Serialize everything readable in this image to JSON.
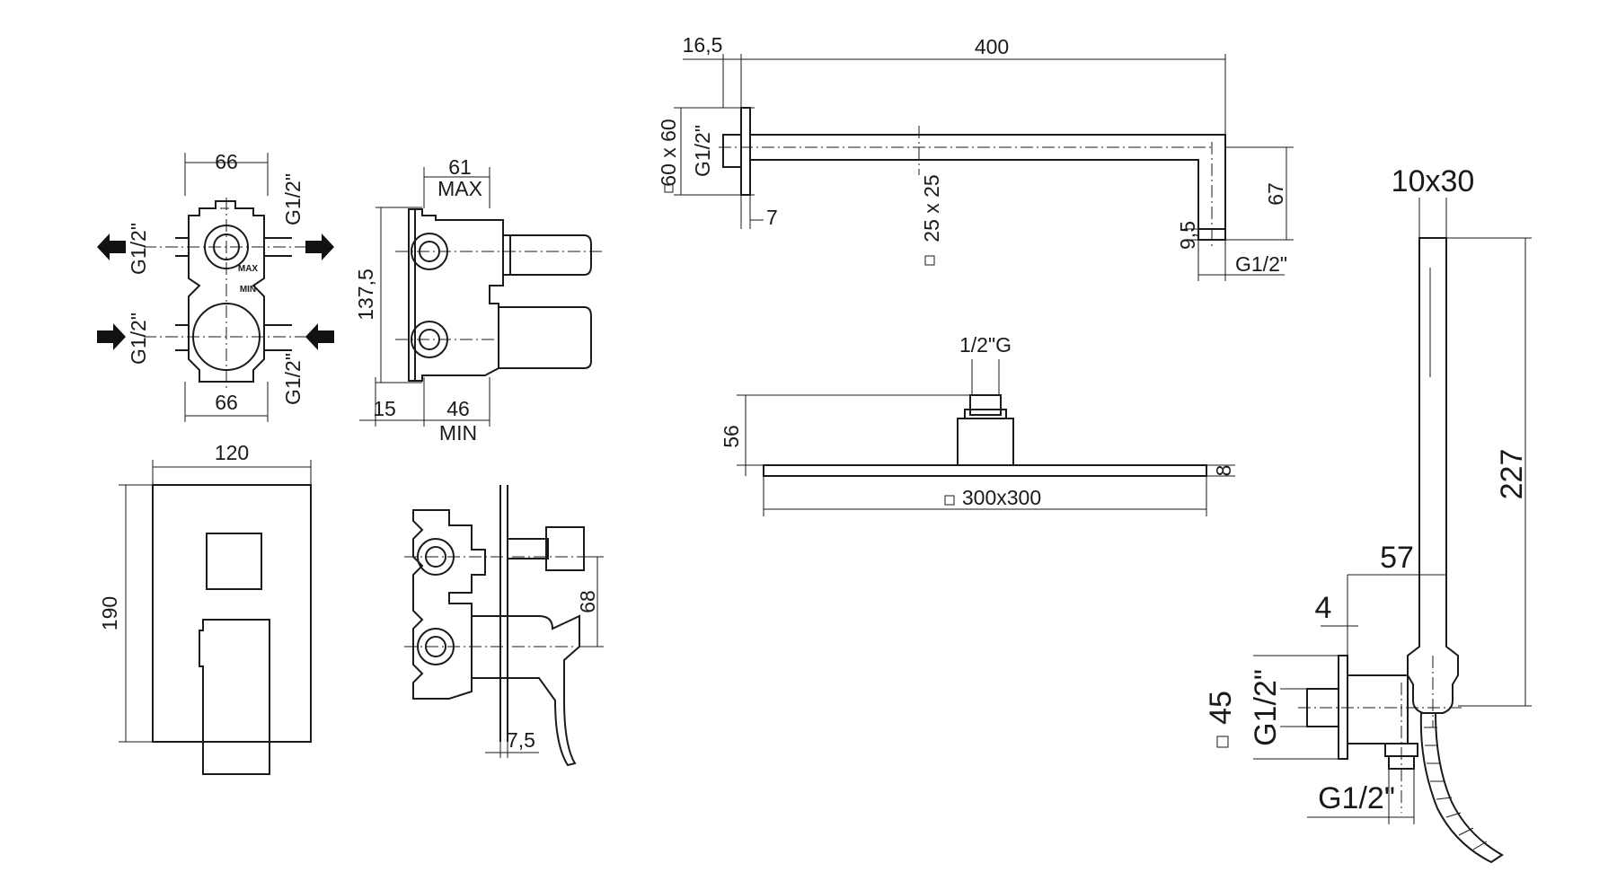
{
  "dims": {
    "valve_top_width": "66",
    "valve_bottom_width": "66",
    "g_left_top": "G1/2\"",
    "g_left_bottom": "G1/2\"",
    "g_right_top": "G1/2\"",
    "g_right_bottom": "G1/2\"",
    "max_label": "MAX",
    "min_label": "MIN",
    "side_depth": "61",
    "side_depth_note": "MAX",
    "side_height": "137,5",
    "side_left": "15",
    "side_min_depth": "46",
    "side_min_note": "MIN",
    "plate_width": "120",
    "plate_height": "190",
    "mixer_height": "68",
    "mixer_plate": "7,5",
    "arm_offset": "16,5",
    "arm_length": "400",
    "arm_flange": "60 x 60",
    "arm_thread": "G1/2\"",
    "arm_flange_thk": "7",
    "arm_section": "25 x 25",
    "arm_drop": "67",
    "arm_outlet_len": "9,5",
    "arm_outlet_thread": "G1/2\"",
    "head_thread": "1/2\"G",
    "head_height": "56",
    "head_thk": "8",
    "head_size": "300x300",
    "hand_section": "10x30",
    "hand_length": "227",
    "outlet_depth": "57",
    "outlet_plate": "4",
    "outlet_flange": "45",
    "outlet_thread_in": "G1/2\"",
    "outlet_thread_out": "G1/2\""
  }
}
